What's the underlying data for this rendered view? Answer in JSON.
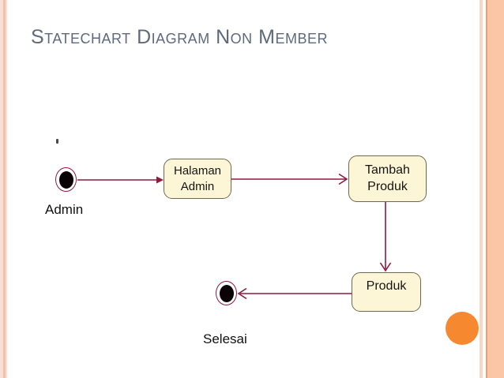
{
  "slide": {
    "title": "Statechart Diagram Non Member"
  },
  "diagram": {
    "initial_state": {
      "label": "Admin"
    },
    "final_state": {
      "label": "Selesai"
    },
    "states": {
      "halaman_admin": {
        "line1": "Halaman",
        "line2": "Admin"
      },
      "tambah_produk": {
        "line1": "Tambah",
        "line2": "Produk"
      },
      "produk": {
        "line1": "Produk"
      }
    },
    "transitions": [
      {
        "from": "initial",
        "to": "halaman_admin"
      },
      {
        "from": "halaman_admin",
        "to": "tambah_produk"
      },
      {
        "from": "tambah_produk",
        "to": "produk"
      },
      {
        "from": "produk",
        "to": "final"
      }
    ]
  },
  "colors": {
    "title_text": "#5d6a7d",
    "transition_arrow": "#8e1a3f",
    "state_fill": "#fdf6d6",
    "state_border": "#6f684f",
    "accent_circle": "#f6882f",
    "side_border_peach": "#fbc6a6"
  }
}
